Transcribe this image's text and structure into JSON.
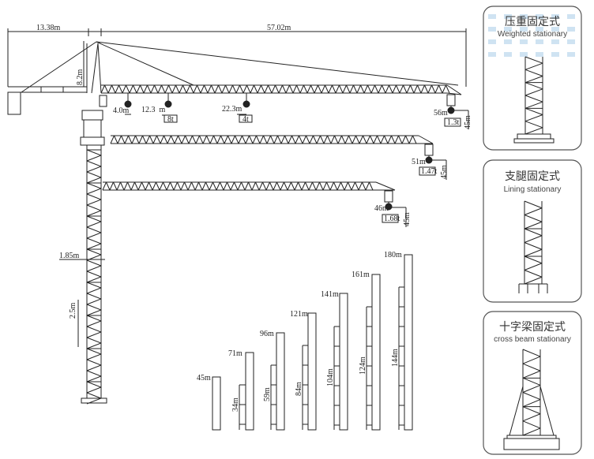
{
  "dimensions": {
    "counter_jib": "13.38m",
    "jib": "57.02m",
    "tower_head": "8.2m",
    "mast_width": "1.85m",
    "section_height": "2.5m"
  },
  "jib_configs": [
    {
      "radius": "56m",
      "tip_load": "1.3t",
      "hook_height": "45m",
      "points": [
        {
          "radius": "4.0m"
        },
        {
          "radius": "12.3  m",
          "load": "8t"
        },
        {
          "radius": "22.3m",
          "load": "4t"
        }
      ]
    },
    {
      "radius": "51m",
      "tip_load": "1.47t",
      "hook_height": "45m"
    },
    {
      "radius": "46m",
      "tip_load": "1.68t",
      "hook_height": "45m"
    }
  ],
  "heights": [
    {
      "total": "45m",
      "tied": ""
    },
    {
      "total": "71m",
      "tied": "34m"
    },
    {
      "total": "96m",
      "tied": "59m"
    },
    {
      "total": "121m",
      "tied": "84m"
    },
    {
      "total": "141m",
      "tied": "104m"
    },
    {
      "total": "161m",
      "tied": "124m"
    },
    {
      "total": "180m",
      "tied": "144m"
    }
  ],
  "panels": [
    {
      "title": "压重固定式",
      "subtitle": "Weighted  stationary"
    },
    {
      "title": "支腿固定式",
      "subtitle": "Lining stationary"
    },
    {
      "title": "十字梁固定式",
      "subtitle": "cross beam stationary"
    }
  ],
  "colors": {
    "line": "#222222",
    "panel_border": "#555555",
    "pattern": "#cfe3f2"
  }
}
